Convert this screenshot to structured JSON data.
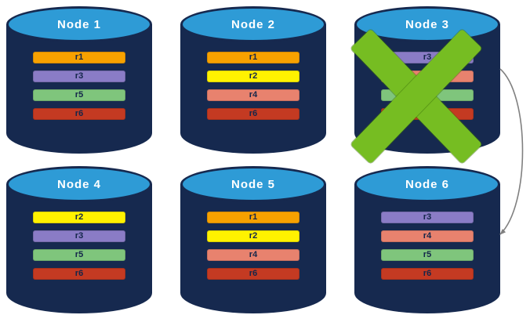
{
  "diagram": {
    "nodes": [
      {
        "label": "Node 1",
        "replicas": [
          {
            "label": "r1",
            "color": "#F7A100"
          },
          {
            "label": "r3",
            "color": "#8A7CC6"
          },
          {
            "label": "r5",
            "color": "#7FC57C"
          },
          {
            "label": "r6",
            "color": "#C43A22"
          }
        ]
      },
      {
        "label": "Node 2",
        "replicas": [
          {
            "label": "r1",
            "color": "#F7A100"
          },
          {
            "label": "r2",
            "color": "#FFF200"
          },
          {
            "label": "r4",
            "color": "#E8826E"
          },
          {
            "label": "r6",
            "color": "#C43A22"
          }
        ]
      },
      {
        "label": "Node 3",
        "failed": true,
        "replicas": [
          {
            "label": "r3",
            "color": "#8A7CC6"
          },
          {
            "label": "r4",
            "color": "#E8826E"
          },
          {
            "label": "r5",
            "color": "#7FC57C"
          },
          {
            "label": "r6",
            "color": "#C43A22"
          }
        ]
      },
      {
        "label": "Node 4",
        "replicas": [
          {
            "label": "r2",
            "color": "#FFF200"
          },
          {
            "label": "r3",
            "color": "#8A7CC6"
          },
          {
            "label": "r5",
            "color": "#7FC57C"
          },
          {
            "label": "r6",
            "color": "#C43A22"
          }
        ]
      },
      {
        "label": "Node 5",
        "replicas": [
          {
            "label": "r1",
            "color": "#F7A100"
          },
          {
            "label": "r2",
            "color": "#FFF200"
          },
          {
            "label": "r4",
            "color": "#E8826E"
          },
          {
            "label": "r6",
            "color": "#C43A22"
          }
        ]
      },
      {
        "label": "Node 6",
        "replicas": [
          {
            "label": "r3",
            "color": "#8A7CC6"
          },
          {
            "label": "r4",
            "color": "#E8826E"
          },
          {
            "label": "r5",
            "color": "#7FC57C"
          },
          {
            "label": "r6",
            "color": "#C43A22"
          }
        ]
      }
    ],
    "failure_marker": {
      "node": "Node 3",
      "shape": "x-cross"
    },
    "arrow": {
      "from": "Node 3",
      "to": "Node 6"
    },
    "colors": {
      "background": "#FFFFFF",
      "cylinder_body": "#16294F",
      "cylinder_top": "#2E9BD6",
      "bar_text": "#14264A",
      "failure_x": "#76BD22",
      "arrow": "#808080"
    }
  }
}
